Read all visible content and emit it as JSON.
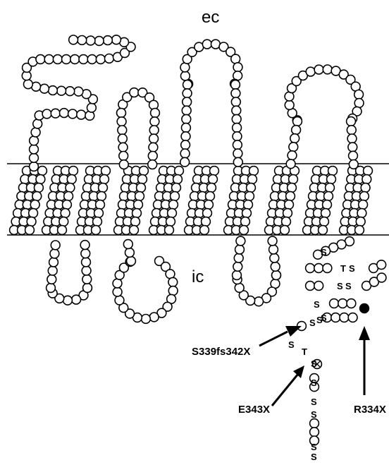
{
  "regions": {
    "extracellular": "ec",
    "intracellular": "ic"
  },
  "mutations": [
    {
      "id": "mut-s339",
      "label": "S339fs342X",
      "residue_style": "open"
    },
    {
      "id": "mut-e343",
      "label": "E343X",
      "residue_style": "crossed"
    },
    {
      "id": "mut-r334",
      "label": "R334X",
      "residue_style": "filled"
    }
  ],
  "residue_letters": [
    "S",
    "T",
    "S",
    "S",
    "S",
    "S",
    "S",
    "S",
    "S",
    "S",
    "S",
    "S",
    "S",
    "S",
    "T",
    "S",
    "S",
    "S",
    "S",
    "S",
    "S"
  ],
  "colors": {
    "line": "#000000",
    "residue_fill": "#ffffff",
    "mutation_fill": "#000000"
  }
}
